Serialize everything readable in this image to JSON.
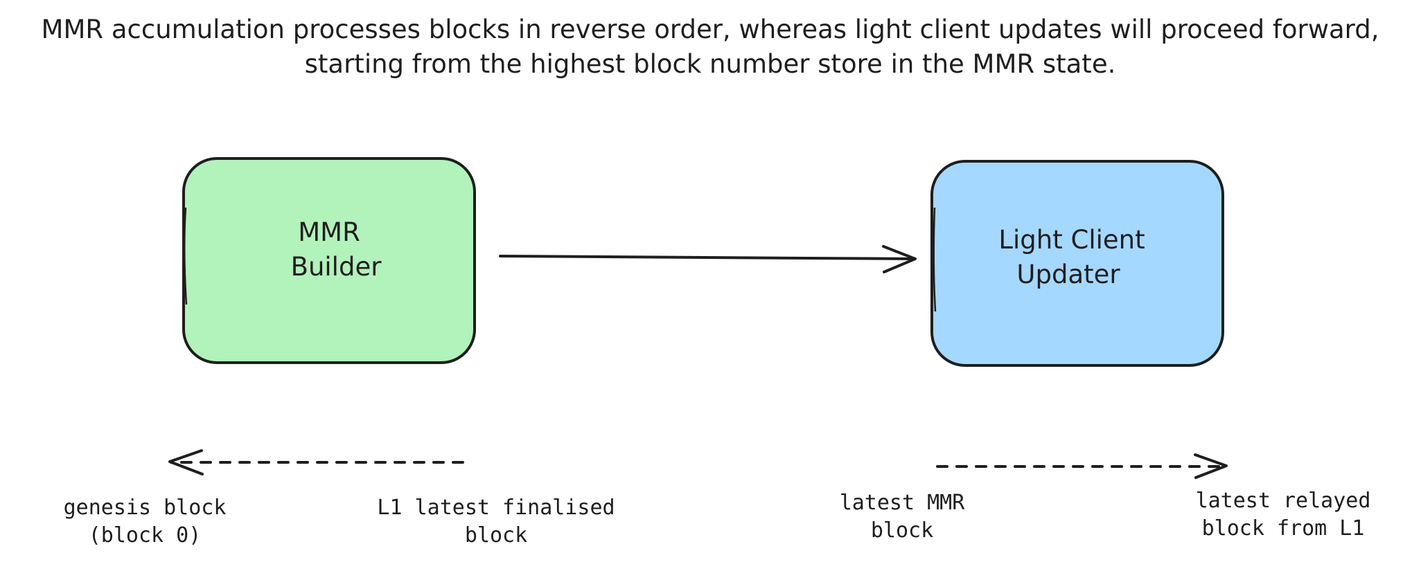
{
  "title": {
    "line1": "MMR accumulation processes blocks in reverse order, whereas light client updates will proceed forward,",
    "line2": "starting from the highest block number store in the MMR state."
  },
  "nodes": {
    "mmr_builder": {
      "line1": "MMR",
      "line2": "Builder",
      "fill": "#b2f2bb"
    },
    "light_client_updater": {
      "line1": "Light Client",
      "line2": "Updater",
      "fill": "#a5d8ff"
    }
  },
  "labels": {
    "genesis": {
      "line1": "genesis block",
      "line2": "(block 0)"
    },
    "l1_finalised": {
      "line1": "L1 latest finalised",
      "line2": "block"
    },
    "latest_mmr": {
      "line1": "latest MMR",
      "line2": "block"
    },
    "latest_relayed": {
      "line1": "latest relayed",
      "line2": "block from L1"
    }
  },
  "colors": {
    "stroke": "#1e1e1e",
    "background": "#ffffff"
  }
}
